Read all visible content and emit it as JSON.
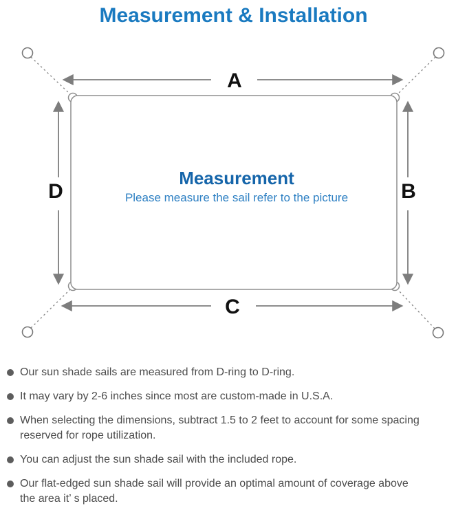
{
  "title": "Measurement & Installation",
  "diagram": {
    "label_top": "A",
    "label_right": "B",
    "label_bottom": "C",
    "label_left": "D",
    "center_heading": "Measurement",
    "center_subtitle": "Please measure the sail refer to the picture"
  },
  "colors": {
    "title_blue": "#1a7ac0",
    "center_heading_blue": "#1565aa",
    "center_subtitle_blue": "#2e80c3",
    "line_gray": "#7d7d7d",
    "outline_gray": "#8f8f8f",
    "note_text_gray": "#4c4c4c",
    "dim_label_black": "#111111"
  },
  "notes": {
    "items": [
      "Our sun shade sails are measured from D-ring to D-ring.",
      "It may vary by 2-6 inches since most are custom-made in U.S.A.",
      "When selecting the dimensions, subtract 1.5 to 2 feet to account for some spacing\nreserved for rope utilization.",
      "You can adjust the sun shade sail with the included rope.",
      "Our flat-edged sun shade sail will provide an optimal amount of coverage above\nthe area it’ s placed."
    ]
  }
}
